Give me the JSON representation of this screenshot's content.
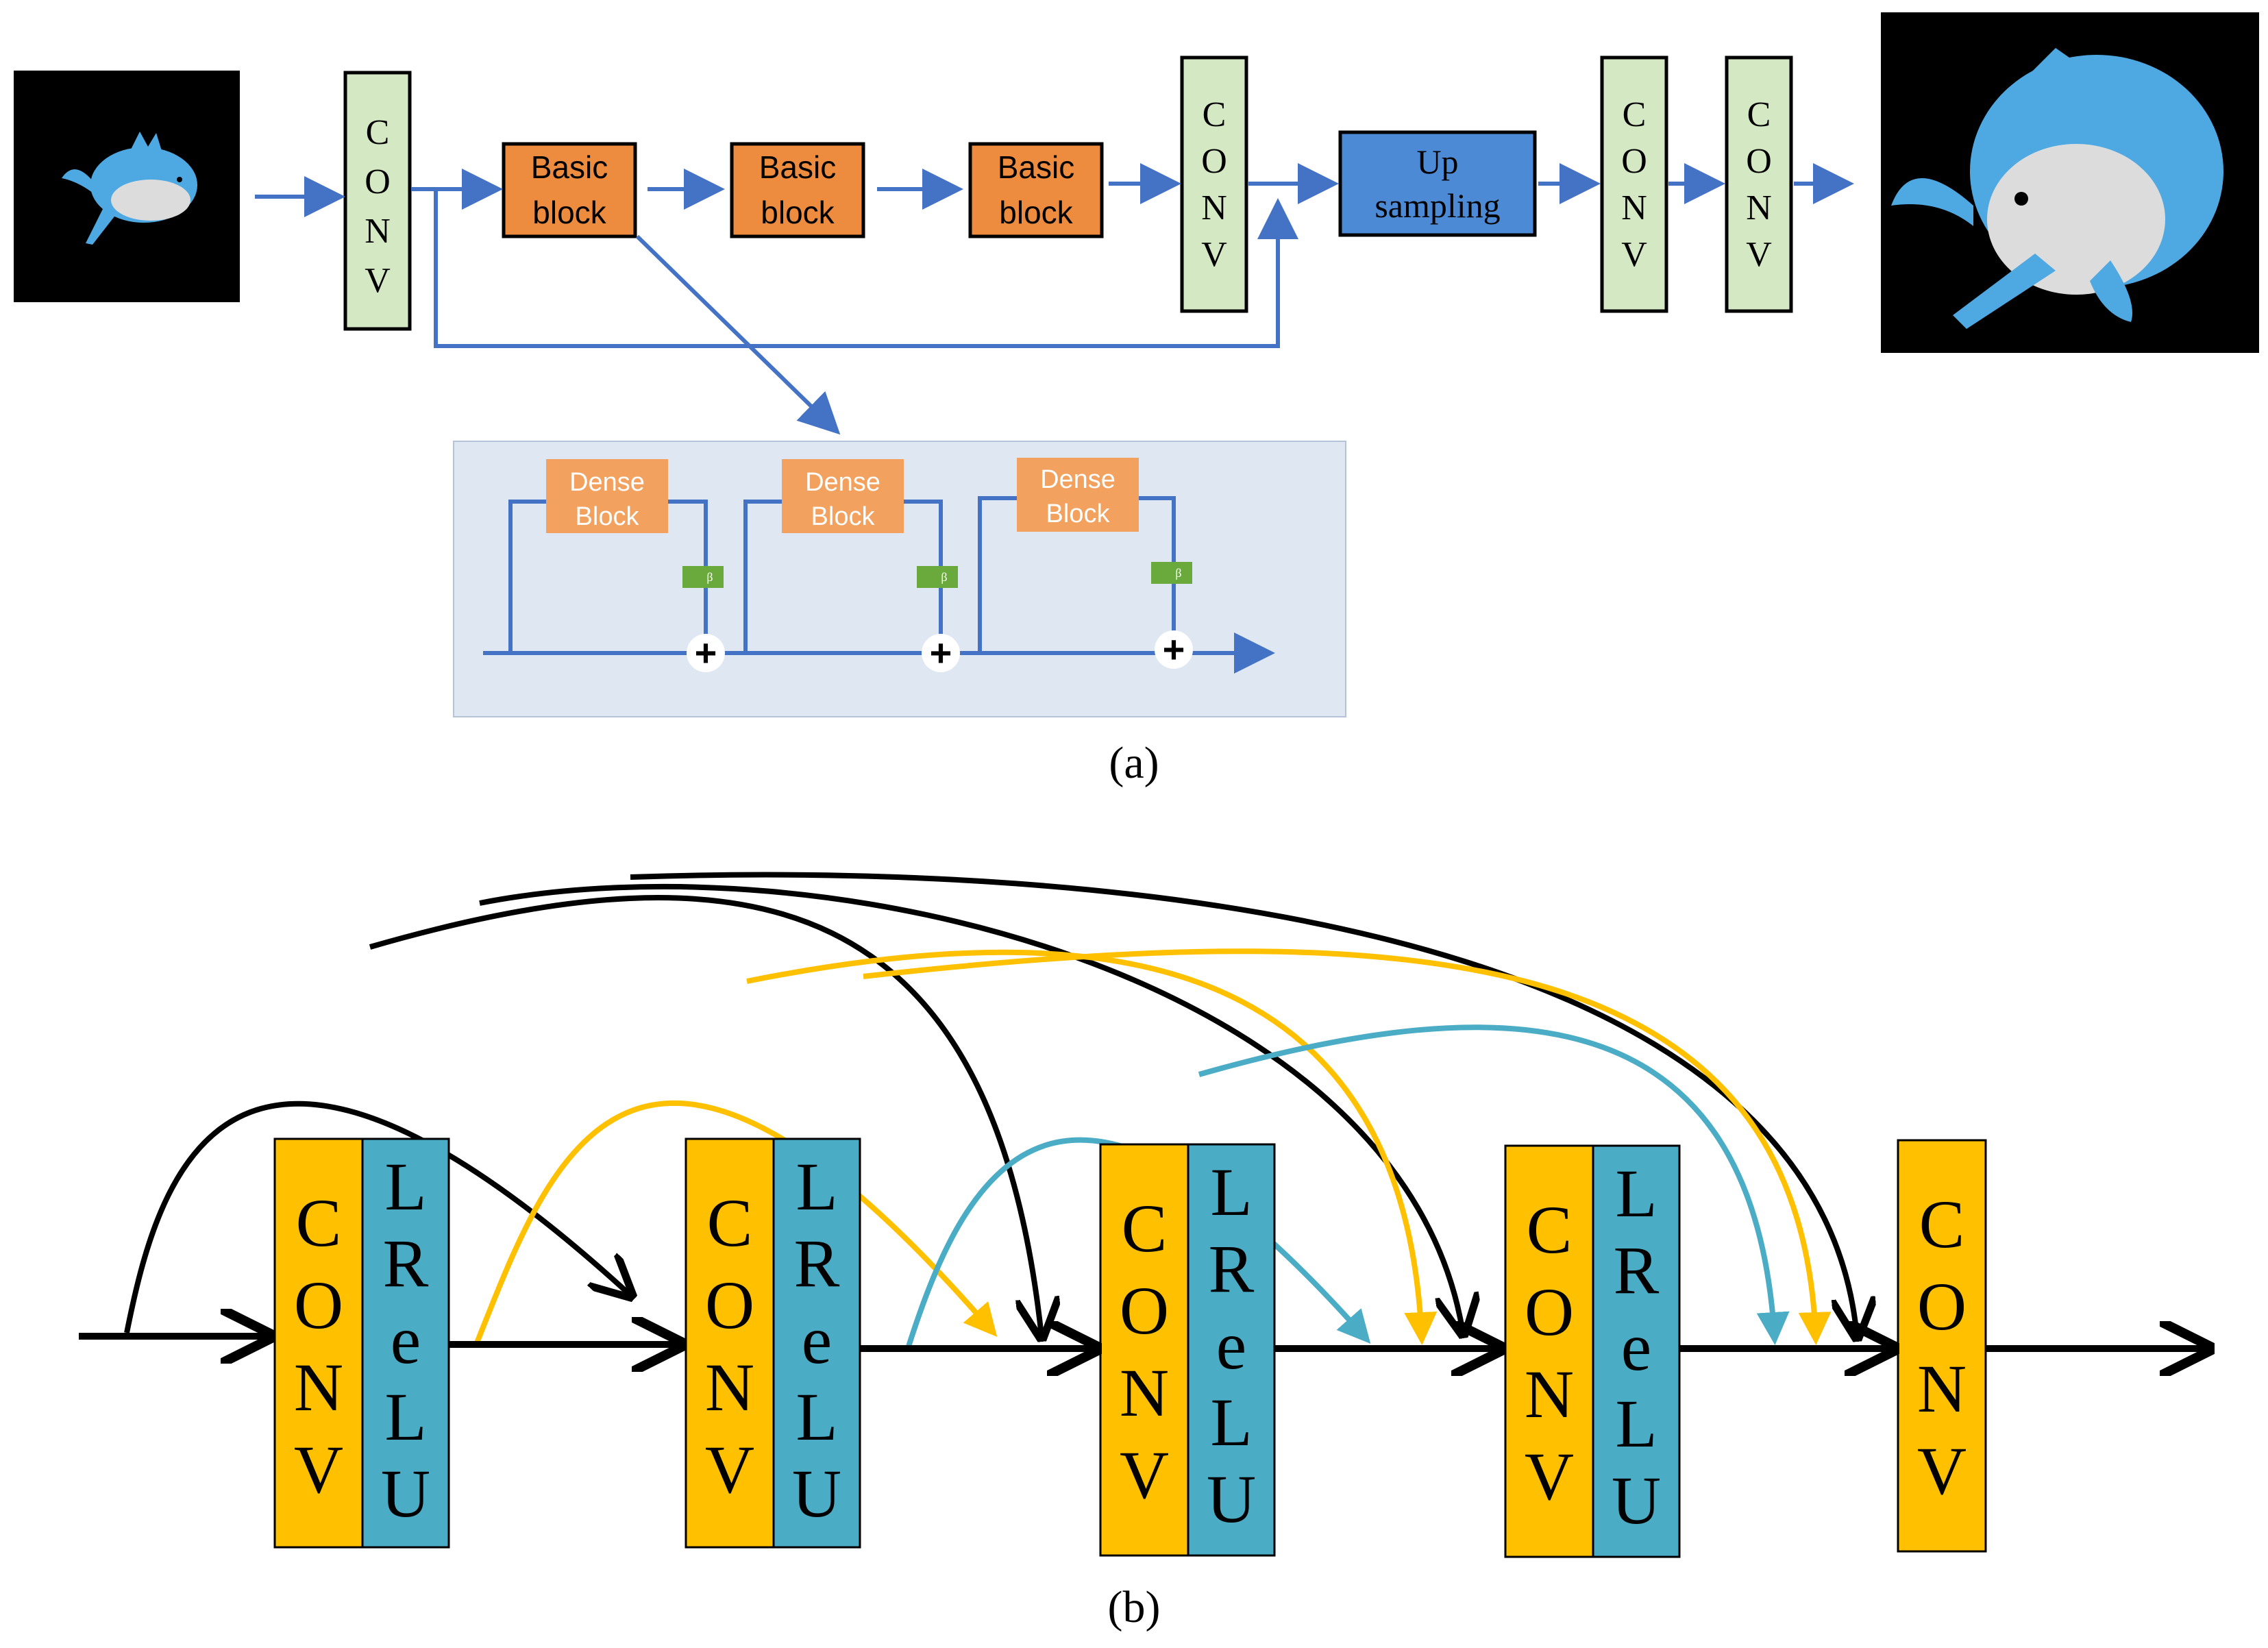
{
  "panel_a": {
    "caption": "(a)",
    "conv_letters": [
      "C",
      "O",
      "N",
      "V"
    ],
    "basic_block_line1": "Basic",
    "basic_block_line2": "block",
    "upsampling_line1": "Up",
    "upsampling_line2": "sampling",
    "dense_block_line1": "Dense",
    "dense_block_line2": "Block",
    "beta_label": "β",
    "plus_symbol": "+"
  },
  "panel_b": {
    "caption": "(b)",
    "conv_letters": [
      "C",
      "O",
      "N",
      "V"
    ],
    "lrelu_letters": [
      "L",
      "R",
      "e",
      "L",
      "U"
    ]
  },
  "colors": {
    "arrow_blue": "#4472c4",
    "conv_green": "#d5e8c4",
    "basic_orange": "#ed8b3f",
    "upsampling_blue": "#4d8ad6",
    "dense_panel_bg": "#dfe7f3",
    "dense_orange": "#f3a15e",
    "beta_green": "#6aaa3c",
    "conv_yellow": "#ffc000",
    "lrelu_teal": "#4bacc6",
    "skip_black": "#000000",
    "skip_yellow": "#ffc000",
    "skip_teal": "#4bacc6",
    "whale_body": "#4ea9e3",
    "whale_belly": "#dcdcdc"
  }
}
